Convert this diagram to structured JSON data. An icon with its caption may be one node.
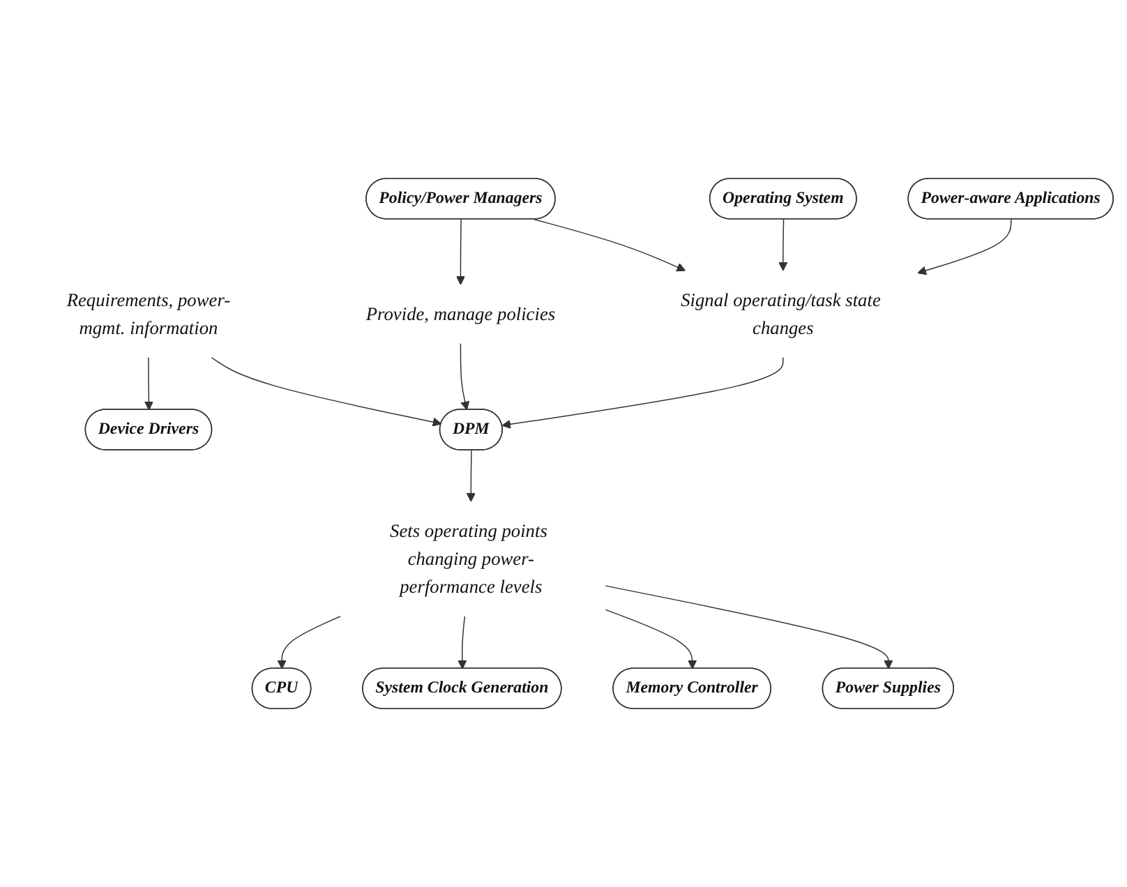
{
  "diagram": {
    "nodes": [
      {
        "text": [
          "Power-aware Applications"
        ]
      },
      {
        "text": [
          "Operating System"
        ]
      },
      {
        "text": [
          "Policy/Power Managers"
        ]
      },
      {
        "text": [
          "Signal operating/task state changes"
        ]
      },
      {
        "text": [
          "Device Drivers"
        ]
      },
      {
        "text": [
          "Requirements, power-mgmt. information"
        ]
      },
      {
        "text": [
          "Provide, manage policies"
        ]
      },
      {
        "text": [
          "DPM"
        ]
      },
      {
        "text": [
          "CPU"
        ]
      },
      {
        "text": [
          "Sets operating points changing power-performance levels"
        ]
      },
      {
        "text": [
          "System Clock Generation"
        ]
      },
      {
        "text": [
          "Memory Controller"
        ]
      },
      {
        "text": [
          "Power Supplies"
        ]
      }
    ],
    "edges": [
      {
        "from": 0,
        "to": 3,
        "arrow": "to"
      },
      {
        "from": 1,
        "to": 3,
        "arrow": "to"
      },
      {
        "from": 2,
        "to": 3,
        "arrow": "to"
      },
      {
        "from": 2,
        "to": 6,
        "arrow": "to"
      },
      {
        "from": 3,
        "to": 7,
        "arrow": "to"
      },
      {
        "from": 6,
        "to": 7,
        "arrow": "to"
      },
      {
        "from": 5,
        "to": 4,
        "arrow": "to"
      },
      {
        "from": 5,
        "to": 7,
        "arrow": "to"
      },
      {
        "from": 7,
        "to": 9,
        "arrow": "to"
      },
      {
        "from": 9,
        "to": 8,
        "arrow": "to"
      },
      {
        "from": 9,
        "to": 10,
        "arrow": "to"
      },
      {
        "from": 9,
        "to": 11,
        "arrow": "to"
      },
      {
        "from": 9,
        "to": 12,
        "arrow": "to"
      }
    ]
  }
}
